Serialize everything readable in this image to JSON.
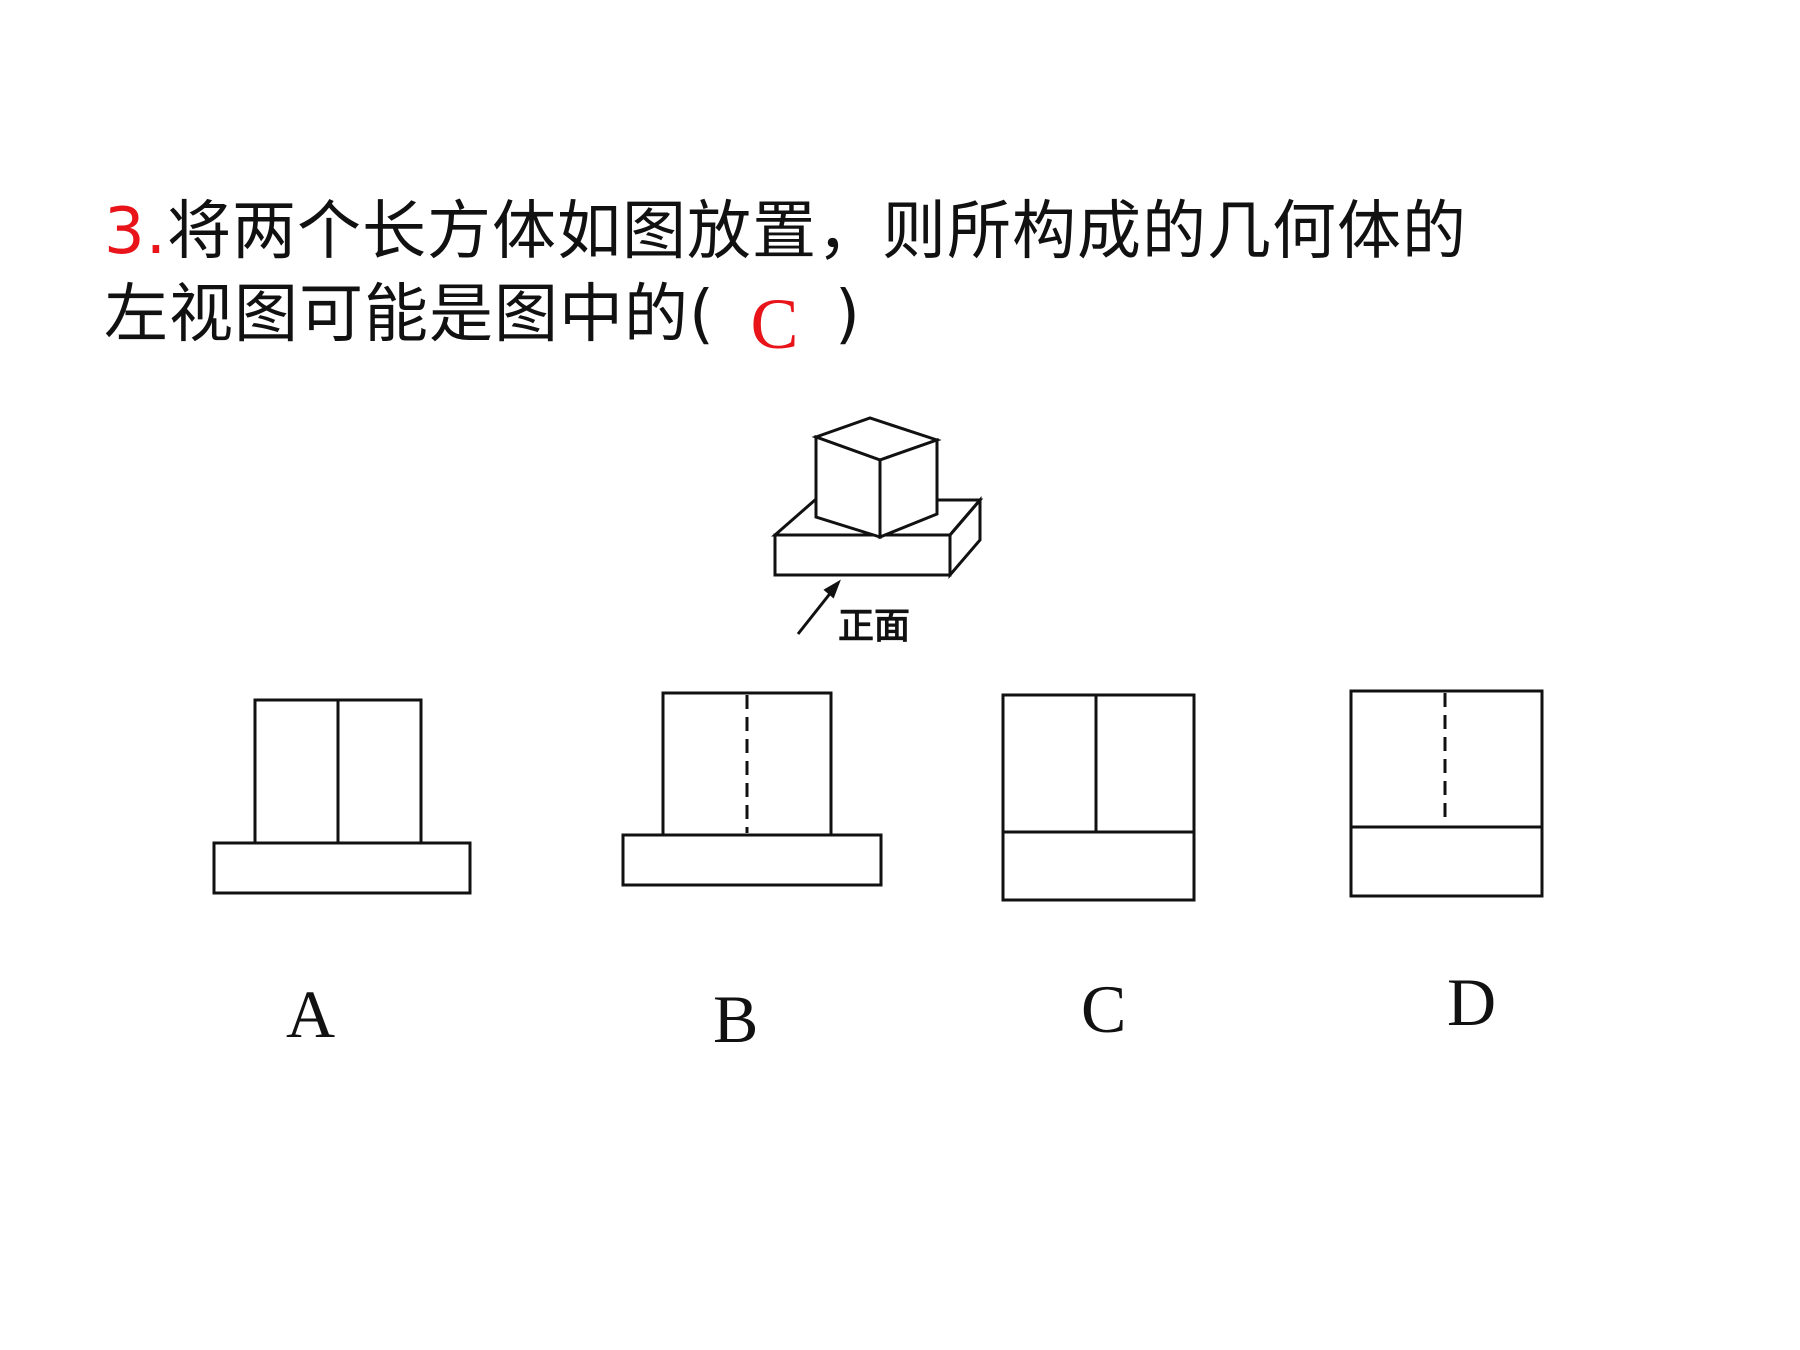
{
  "question": {
    "number": "3.",
    "line1_text": "将两个长方体如图放置，则所构成的几何体的",
    "line2_text": "左视图可能是图中的(",
    "line2_close": ")",
    "answer": "C"
  },
  "figure": {
    "front_label": "正面"
  },
  "options": [
    {
      "label": "A",
      "inner_line": "solid",
      "layout": "narrow-top-on-wide-base"
    },
    {
      "label": "B",
      "inner_line": "dashed",
      "layout": "narrow-top-on-wide-base"
    },
    {
      "label": "C",
      "inner_line": "solid",
      "layout": "equal-width-stacked"
    },
    {
      "label": "D",
      "inner_line": "dashed",
      "layout": "equal-width-stacked"
    }
  ],
  "colors": {
    "accent": "#e8141a",
    "text": "#111111"
  }
}
